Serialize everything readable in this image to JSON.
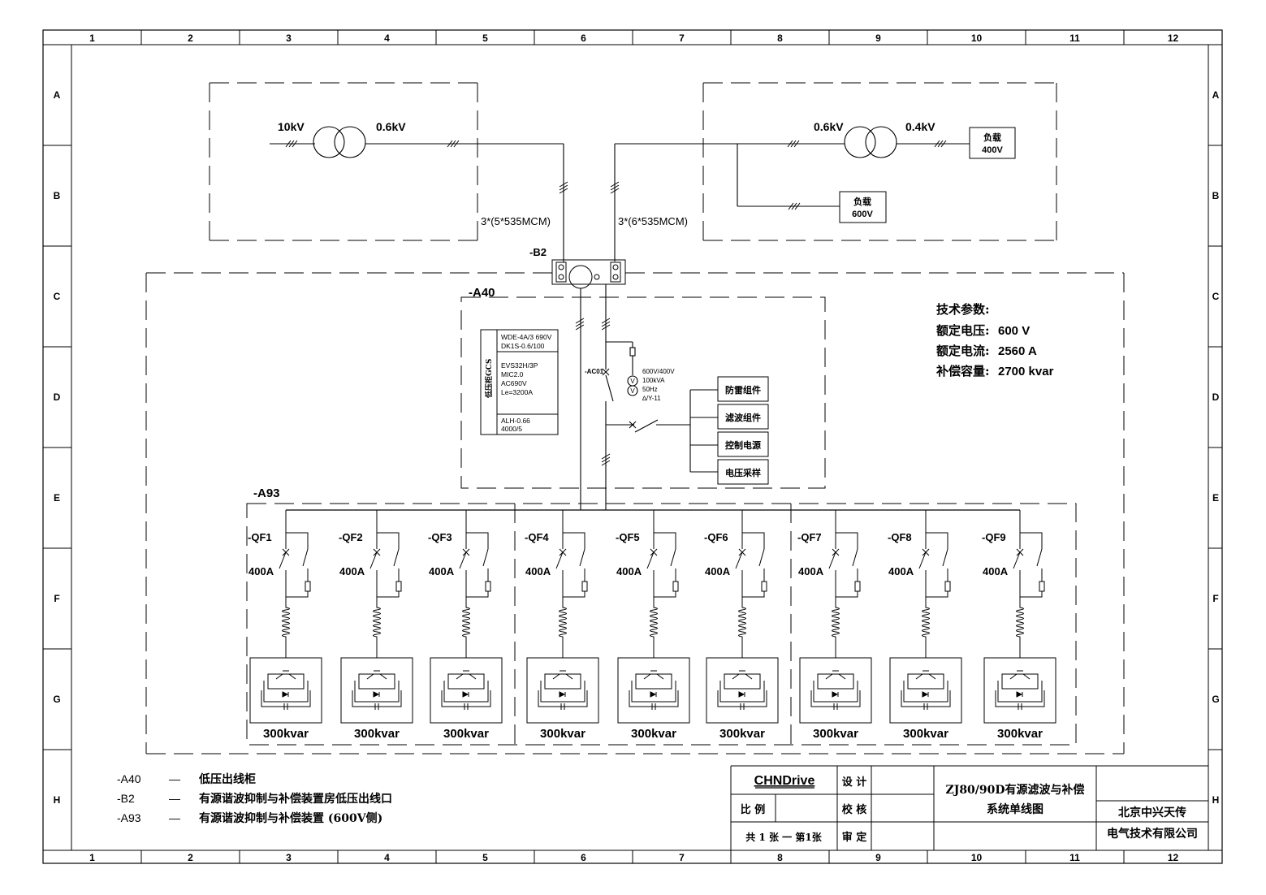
{
  "frame": {
    "columns": [
      "1",
      "2",
      "3",
      "4",
      "5",
      "6",
      "7",
      "8",
      "9",
      "10",
      "11",
      "12"
    ],
    "rows": [
      "A",
      "B",
      "C",
      "D",
      "E",
      "F",
      "G",
      "H"
    ]
  },
  "transformer_left": {
    "hv": "10kV",
    "lv": "0.6kV"
  },
  "cable_left": "3*(5*535MCM)",
  "transformer_right": {
    "hv": "0.6kV",
    "lv": "0.4kV"
  },
  "load_400": [
    "负载",
    "400V"
  ],
  "load_600": [
    "负载",
    "600V"
  ],
  "cable_right": "3*(6*535MCM)",
  "b2_label": "-B2",
  "a40_label": "-A40",
  "a93_label": "-A93",
  "a40_panel": {
    "side_label": "低压柜GCS",
    "lines": [
      "WDE-4A/3 690V",
      "DK1S-0.6/100",
      "EVS32H/3P",
      "MIC2.0",
      "AC690V",
      "Le=3200A",
      "ALH-0.66",
      "4000/5"
    ]
  },
  "ac01_label": "-AC01",
  "pt_text": [
    "600V/400V",
    "100kVA",
    "50Hz",
    "∆/Y-11"
  ],
  "components": [
    "防雷组件",
    "滤波组件",
    "控制电源",
    "电压采样"
  ],
  "tech": {
    "title": "技术参数:",
    "rows": [
      {
        "label": "额定电压:",
        "value": "600 V"
      },
      {
        "label": "额定电流:",
        "value": "2560 A"
      },
      {
        "label": "补偿容量:",
        "value": "2700 kvar"
      }
    ]
  },
  "feeders": [
    {
      "name": "-QF1",
      "rating": "400A",
      "capacity": "300kvar"
    },
    {
      "name": "-QF2",
      "rating": "400A",
      "capacity": "300kvar"
    },
    {
      "name": "-QF3",
      "rating": "400A",
      "capacity": "300kvar"
    },
    {
      "name": "-QF4",
      "rating": "400A",
      "capacity": "300kvar"
    },
    {
      "name": "-QF5",
      "rating": "400A",
      "capacity": "300kvar"
    },
    {
      "name": "-QF6",
      "rating": "400A",
      "capacity": "300kvar"
    },
    {
      "name": "-QF7",
      "rating": "400A",
      "capacity": "300kvar"
    },
    {
      "name": "-QF8",
      "rating": "400A",
      "capacity": "300kvar"
    },
    {
      "name": "-QF9",
      "rating": "400A",
      "capacity": "300kvar"
    }
  ],
  "legend": [
    {
      "code": "-A40",
      "dash": "—",
      "desc": "低压出线柜"
    },
    {
      "code": "-B2",
      "dash": "—",
      "desc": "有源谐波抑制与补偿装置房低压出线口"
    },
    {
      "code": "-A93",
      "dash": "—",
      "desc": "有源谐波抑制与补偿装置 (600V侧)"
    }
  ],
  "title_block": {
    "logo": "CHNDrive",
    "design": "设 计",
    "scale": "比 例",
    "check": "校 核",
    "sheets": "共 1 张 一 第1张",
    "approve": "审 定",
    "title_line1": "ZJ80/90D有源滤波与补偿",
    "title_line2": "系统单线图",
    "company_line1": "北京中兴天传",
    "company_line2": "电气技术有限公司"
  }
}
